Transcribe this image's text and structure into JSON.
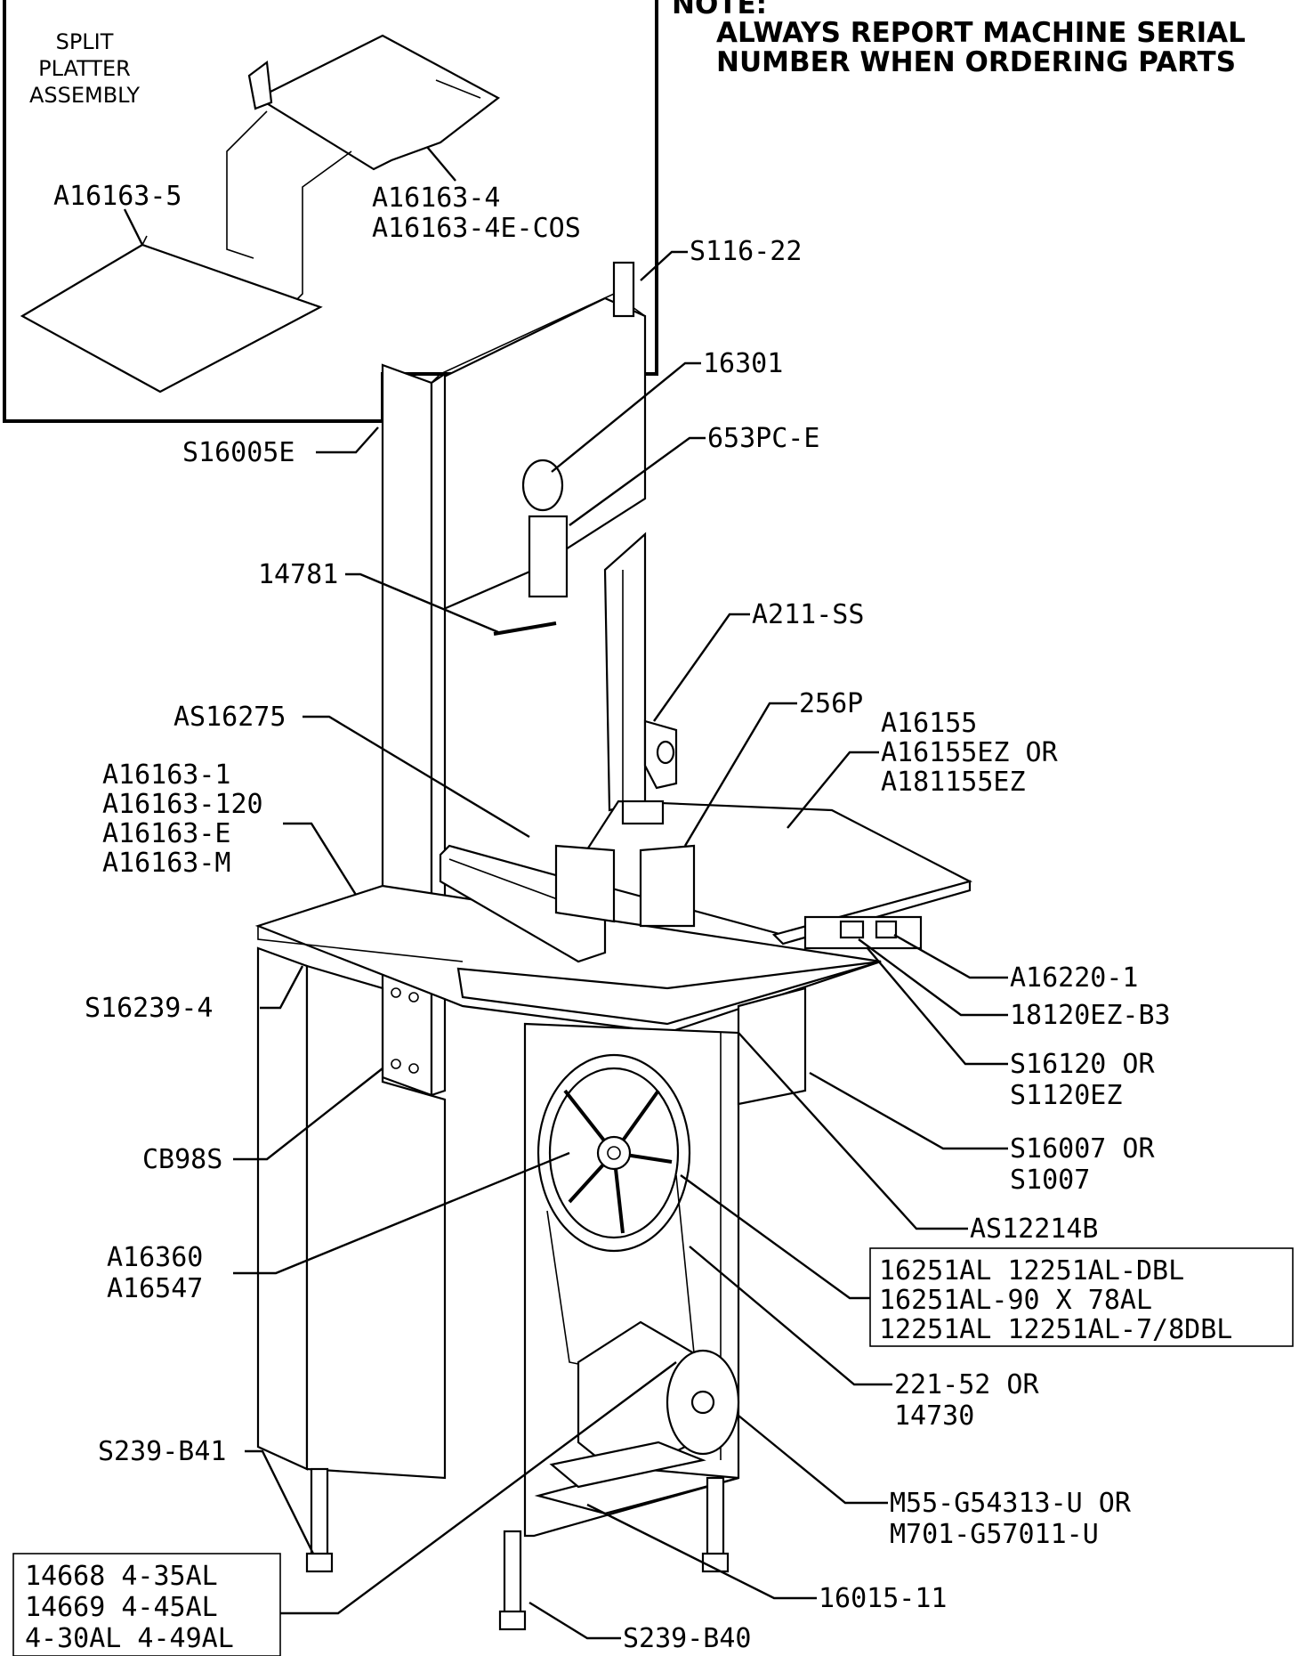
{
  "note": {
    "heading": "NOTE:",
    "line1": "ALWAYS REPORT MACHINE SERIAL",
    "line2": "NUMBER WHEN ORDERING PARTS"
  },
  "inset": {
    "title": [
      "SPLIT",
      "PLATTER",
      "ASSEMBLY"
    ],
    "part_left": "A16163-5",
    "part_right_1": "A16163-4",
    "part_right_2": "A16163-4E-COS"
  },
  "labels": {
    "s116_22": "S116-22",
    "p16301": "16301",
    "p653pc": "653PC-E",
    "s16005e": "S16005E",
    "p14781": "14781",
    "a211ss": "A211-SS",
    "as16275": "AS16275",
    "p256p": "256P",
    "a16155": [
      "A16155",
      "A16155EZ OR",
      "A181155EZ"
    ],
    "a16163": [
      "A16163-1",
      "A16163-120",
      "A16163-E",
      "A16163-M"
    ],
    "s16239": "S16239-4",
    "a16220": "A16220-1",
    "p18120": "18120EZ-B3",
    "s16120": [
      "S16120 OR",
      "S1120EZ"
    ],
    "cb98s": "CB98S",
    "s16007": [
      "S16007 OR",
      "S1007"
    ],
    "as12214": "AS12214B",
    "a16360": [
      "A16360",
      "A16547"
    ],
    "belt_box": [
      "16251AL   12251AL-DBL",
      "16251AL-90 X 78AL",
      "12251AL   12251AL-7/8DBL"
    ],
    "p221": [
      "221-52 OR",
      "14730"
    ],
    "s239b41": "S239-B41",
    "motor": [
      "M55-G54313-U OR",
      "M701-G57011-U"
    ],
    "p16015": "16015-11",
    "s239b40": "S239-B40",
    "pulley_box": [
      "14668    4-35AL",
      "14669    4-45AL",
      "4-30AL  4-49AL"
    ]
  }
}
